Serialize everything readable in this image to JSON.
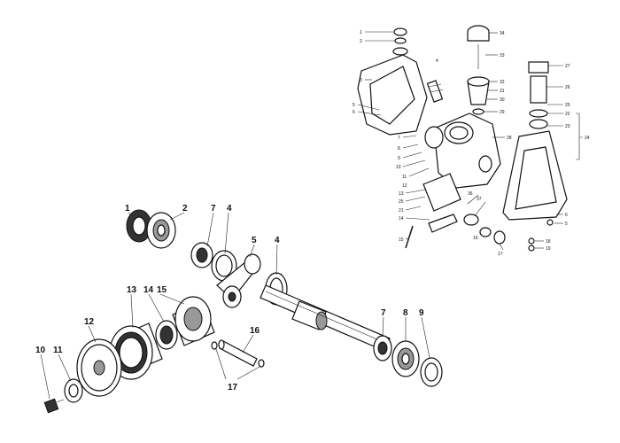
{
  "lower_assembly": {
    "callouts": [
      "1",
      "2",
      "7",
      "4",
      "5",
      "4",
      "13",
      "14",
      "15",
      "12",
      "11",
      "10",
      "16",
      "17",
      "7",
      "8",
      "9"
    ]
  },
  "upper_assembly": {
    "left_callouts": [
      "1",
      "2",
      "3",
      "4",
      "5",
      "6",
      "7",
      "8",
      "9",
      "10",
      "11",
      "12",
      "13",
      "25",
      "21",
      "14",
      "15"
    ],
    "right_callouts": [
      "34",
      "33",
      "32",
      "31",
      "30",
      "29",
      "28",
      "27",
      "26",
      "25",
      "22",
      "23",
      "24",
      "6",
      "5",
      "18",
      "19"
    ],
    "center_callouts": [
      "36",
      "37",
      "17",
      "16"
    ]
  }
}
